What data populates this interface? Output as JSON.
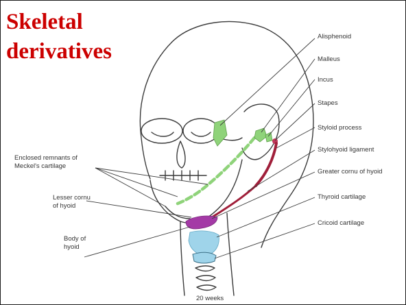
{
  "title": {
    "line1": "Skeletal",
    "line2": "derivatives"
  },
  "labels": {
    "alisphenoid": "Alisphenoid",
    "malleus": "Malleus",
    "incus": "Incus",
    "stapes": "Stapes",
    "styloid_process": "Styloid process",
    "stylohyoid_ligament": "Stylohyoid ligament",
    "greater_cornu": "Greater cornu of hyoid",
    "thyroid_cartilage": "Thyroid cartilage",
    "cricoid_cartilage": "Cricoid cartilage",
    "meckel_line1": "Enclosed remnants of",
    "meckel_line2": "Meckel's cartilage",
    "lesser_cornu_line1": "Lesser cornu",
    "lesser_cornu_line2": "of hyoid",
    "body_hyoid_line1": "Body of",
    "body_hyoid_line2": "hyoid",
    "age": "20 weeks"
  },
  "colors": {
    "title": "#cc0000",
    "first_arch_green": "#8fd37a",
    "second_arch_red": "#a01f3a",
    "hyoid_purple": "#a43aa6",
    "laryngeal_blue": "#9fd4ea"
  }
}
